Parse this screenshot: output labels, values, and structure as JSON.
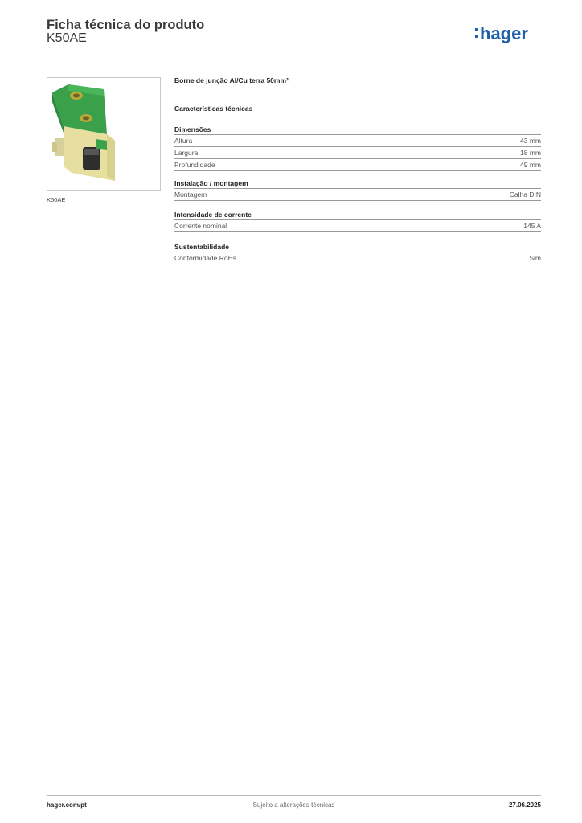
{
  "header": {
    "title": "Ficha técnica do produto",
    "code": "K50AE",
    "logo_text": "hager",
    "brand_color": "#1f5ea8"
  },
  "product": {
    "image_caption": "K50AE",
    "description": "Borne de junção Al/Cu terra 50mm²",
    "image_colors": {
      "green": "#3aa04a",
      "yellow": "#e6dfa0"
    }
  },
  "characteristics": {
    "title": "Características técnicas",
    "sections": [
      {
        "title": "Dimensões",
        "rows": [
          {
            "label": "Altura",
            "value": "43 mm"
          },
          {
            "label": "Largura",
            "value": "18 mm"
          },
          {
            "label": "Profundidade",
            "value": "49 mm"
          }
        ]
      },
      {
        "title": "Instalação / montagem",
        "rows": [
          {
            "label": "Montagem",
            "value": "Calha DIN"
          }
        ]
      },
      {
        "title": "Intensidade de corrente",
        "rows": [
          {
            "label": "Corrente nominal",
            "value": "145 A"
          }
        ]
      },
      {
        "title": "Sustentabilidade",
        "rows": [
          {
            "label": "Conformidade RoHs",
            "value": "Sim"
          }
        ]
      }
    ]
  },
  "footer": {
    "website": "hager.com/pt",
    "notice": "Sujeito a alterações técnicas",
    "date": "27.06.2025"
  }
}
